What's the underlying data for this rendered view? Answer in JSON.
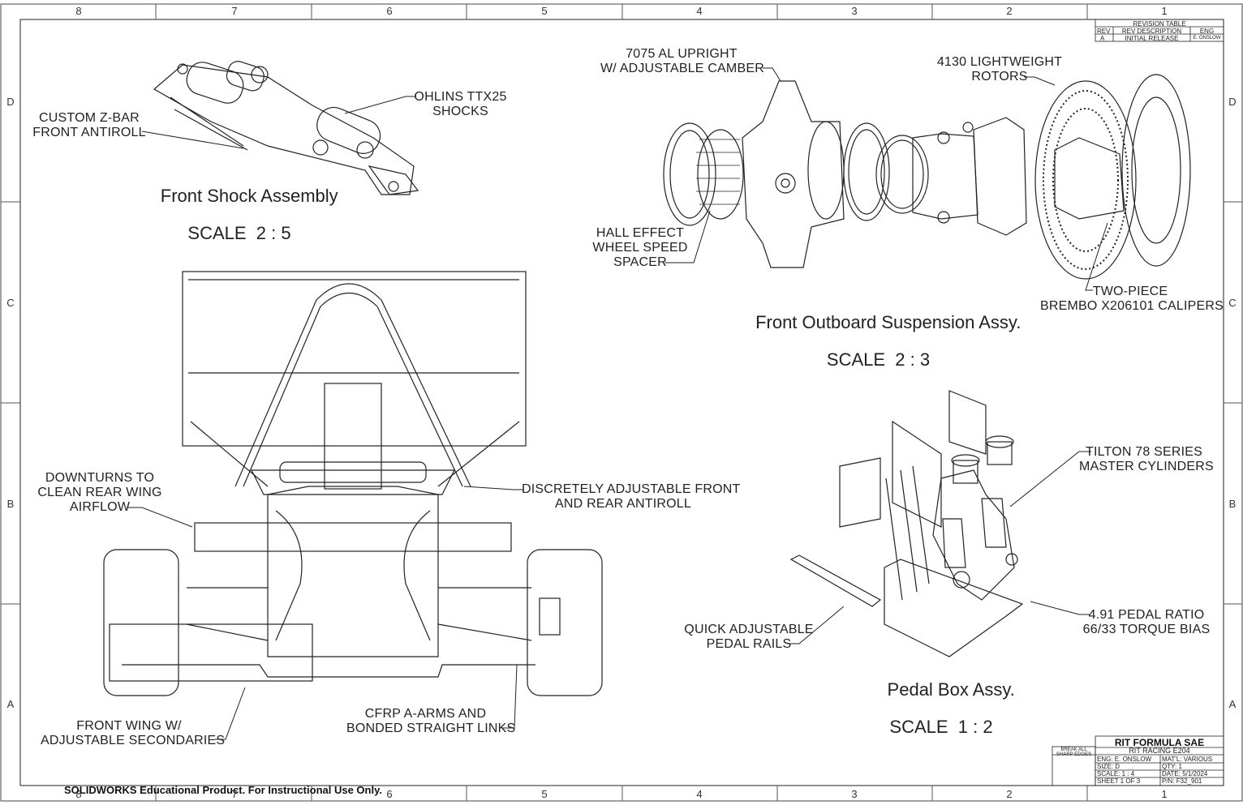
{
  "zones": {
    "columns": [
      "8",
      "7",
      "6",
      "5",
      "4",
      "3",
      "2",
      "1"
    ],
    "rows": [
      "D",
      "C",
      "B",
      "A"
    ]
  },
  "revision_table": {
    "title": "REVISION TABLE",
    "headers": [
      "REV",
      "REV DESCRIPTION",
      "ENG"
    ],
    "rows": [
      [
        "A",
        "INITIAL RELEASE",
        "E. ONSLOW"
      ]
    ]
  },
  "views": {
    "front_shock": {
      "title": "Front Shock Assembly",
      "scale": "SCALE  2 : 5"
    },
    "front_outboard": {
      "title": "Front Outboard Suspension Assy.",
      "scale": "SCALE  2 : 3"
    },
    "pedal_box": {
      "title": "Pedal Box Assy.",
      "scale": "SCALE  1 : 2"
    }
  },
  "callouts": {
    "z_bar": "CUSTOM Z-BAR\nFRONT ANTIROLL",
    "ohlins": "OHLINS TTX25\nSHOCKS",
    "upright": "7075 AL UPRIGHT\nW/ ADJUSTABLE CAMBER",
    "rotors": "4130 LIGHTWEIGHT\nROTORS",
    "hall_effect": "HALL EFFECT\nWHEEL SPEED\nSPACER",
    "calipers": "TWO-PIECE\nBREMBO X206101 CALIPERS",
    "downturns": "DOWNTURNS TO\nCLEAN REAR WING\nAIRFLOW",
    "antiroll": "DISCRETELY ADJUSTABLE FRONT\nAND REAR ANTIROLL",
    "master_cyl": "TILTON 78 SERIES\nMASTER CYLINDERS",
    "pedal_ratio": "4.91 PEDAL RATIO\n66/33 TORQUE BIAS",
    "pedal_rails": "QUICK ADJUSTABLE\nPEDAL RAILS",
    "front_wing": "FRONT WING W/\nADJUSTABLE SECONDARIES",
    "a_arms": "CFRP A-ARMS AND\nBONDED STRAIGHT LINKS"
  },
  "title_block": {
    "company": "RIT FORMULA SAE",
    "project": "RIT RACING E204",
    "break_edges": "BREAK ALL\nSHARP EDGES",
    "rows": [
      [
        "ENG: E. ONSLOW",
        "MAT'L: VARIOUS"
      ],
      [
        "SIZE: D",
        "QTY: 1"
      ],
      [
        "SCALE: 1 : 4",
        "DATE: 5/1/2024"
      ],
      [
        "SHEET 1 OF 3",
        "P/N: F32_901"
      ]
    ]
  },
  "watermark": "SOLIDWORKS Educational Product. For Instructional Use Only."
}
